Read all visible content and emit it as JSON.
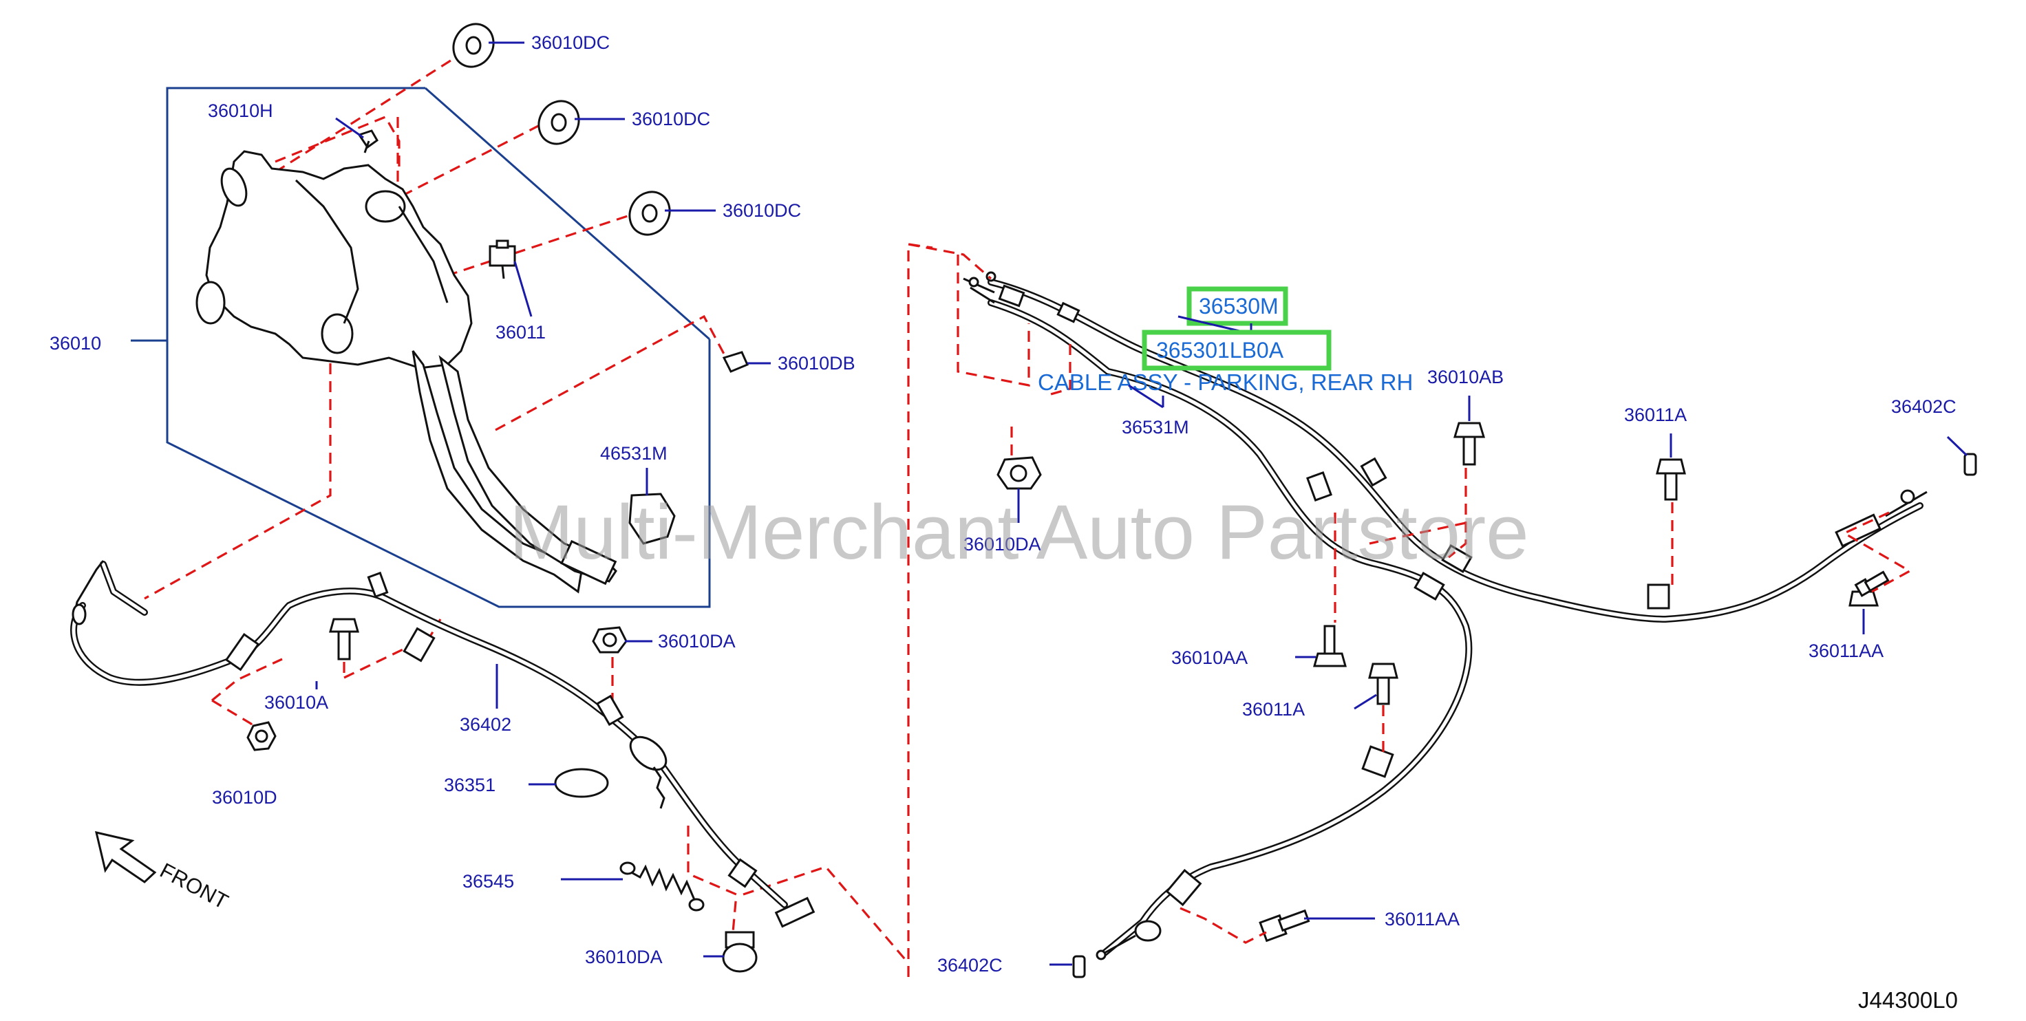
{
  "diagram": {
    "watermark": "Multi-Merchant Auto Partstore",
    "drawing_code": "J44300L0",
    "front_label": "FRONT",
    "description": "CABLE ASSY - PARKING, REAR RH",
    "highlight_color": "#4ad14a",
    "label_color": "#1a1aa8",
    "selected_label_color": "#1a6ad6",
    "guide_line_color": "#e01616",
    "selected_parts": [
      "36530M",
      "36530 1LB0A"
    ],
    "callouts": {
      "p36010DC_1": "36010DC",
      "p36010DC_2": "36010DC",
      "p36010DC_3": "36010DC",
      "p36010H": "36010H",
      "p36010": "36010",
      "p36011": "36011",
      "p36010DB": "36010DB",
      "p46531M": "46531M",
      "p36010A": "36010A",
      "p36402": "36402",
      "p36010DA_1": "36010DA",
      "p36010D": "36010D",
      "p36351": "36351",
      "p36545": "36545",
      "p36010DA_2": "36010DA",
      "p36530M": "36530M",
      "p365301LB0A": "365301LB0A",
      "p36531M": "36531M",
      "p36010DA_3": "36010DA",
      "p36010AB": "36010AB",
      "p36011A_1": "36011A",
      "p36402C_1": "36402C",
      "p36010AA": "36010AA",
      "p36011A_2": "36011A",
      "p36011AA_1": "36011AA",
      "p36011AA_2": "36011AA",
      "p36402C_2": "36402C"
    }
  }
}
